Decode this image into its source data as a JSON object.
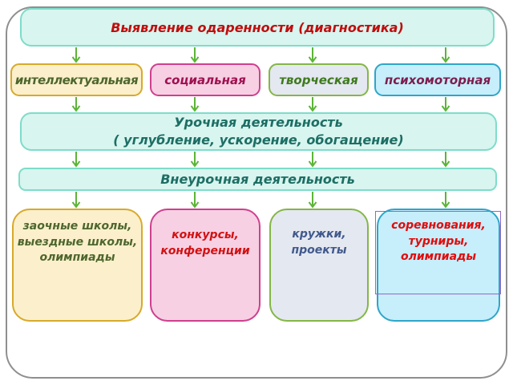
{
  "slide": {
    "title": {
      "label": "Выявление одаренности (диагностика)"
    },
    "categories": [
      {
        "label": "интеллектуальная"
      },
      {
        "label": "социальная"
      },
      {
        "label": "творческая"
      },
      {
        "label": "психомоторная"
      }
    ],
    "lesson": {
      "line1": "Урочная деятельность",
      "line2": "( углубление, ускорение, обогащение)"
    },
    "extracurricular": {
      "label": "Внеурочная деятельность"
    },
    "outcomes": [
      {
        "lines": [
          "заочные школы,",
          "выездные школы,",
          "олимпиады"
        ]
      },
      {
        "lines": [
          "конкурсы,",
          "конференции"
        ]
      },
      {
        "lines": [
          "кружки,",
          "проекты"
        ]
      },
      {
        "lines": [
          "соревнования,",
          "турниры,",
          "олимпиады"
        ]
      }
    ],
    "colors": {
      "cyan_fill": "#d8f5ef",
      "cyan_border": "#7edcca",
      "yellow_fill": "#fbf0cb",
      "yellow_border": "#d8a92b",
      "dark_green_text": "#4e662e",
      "pink_fill": "#f7d0e4",
      "pink_border": "#cf3f8e",
      "magenta_text": "#9e1150",
      "lavender_fill": "#e4e8f0",
      "green_border": "#84b647",
      "green_text": "#3f7a1f",
      "blue_fill": "#c6eefb",
      "blue_border": "#2ea6c9",
      "maroon_text": "#7d1e4e",
      "navy_text": "#41598c",
      "red_text": "#d11212",
      "title_red": "#c00e0e",
      "teal_text": "#1d6e64",
      "arrow_green": "#5cb437",
      "selection_purple": "#9467c8",
      "frame_gray": "#8f8f8f"
    }
  }
}
